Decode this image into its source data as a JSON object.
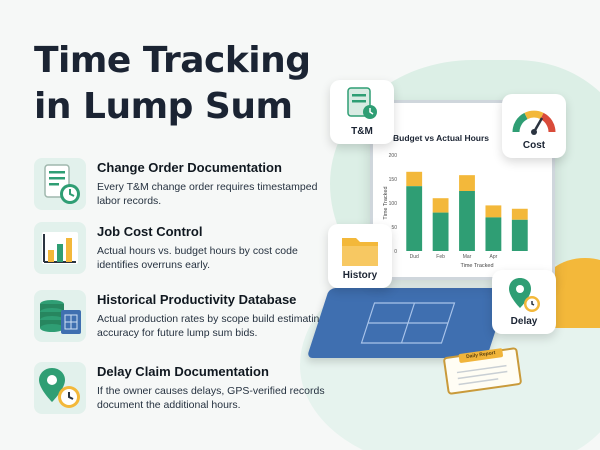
{
  "title_line1": "Time Tracking",
  "title_line2": "in Lump Sum",
  "features": [
    {
      "title": "Change Order Documentation",
      "desc": "Every T&M change order requires timestamped labor records.",
      "icon": "document-clock-icon"
    },
    {
      "title": "Job Cost Control",
      "desc": "Actual hours vs. budget hours by cost code identifies overruns early.",
      "icon": "bar-chart-icon"
    },
    {
      "title": "Historical Productivity Database",
      "desc": "Actual production rates by scope build estimating accuracy for future lump sum bids.",
      "icon": "database-blueprint-icon"
    },
    {
      "title": "Delay Claim Documentation",
      "desc": "If the owner causes delays, GPS-verified records document the additional hours.",
      "icon": "location-clock-icon"
    }
  ],
  "tiles": {
    "tm": "T&M",
    "cost": "Cost",
    "history": "History",
    "delay": "Delay"
  },
  "chart_data": {
    "type": "bar",
    "title": "Budget vs Actual Hours",
    "xlabel": "Time Tracked",
    "ylabel": "Time Tracked",
    "categories": [
      "Dud",
      "Feb",
      "Mar",
      "Apr",
      ""
    ],
    "yticks": [
      "200",
      "150",
      "100",
      "50",
      "0"
    ],
    "ylim": [
      0,
      200
    ],
    "series": [
      {
        "values": [
          165,
          110,
          158,
          95,
          88
        ],
        "color_top": "#f3b83a",
        "color_bottom": "#2f9e74"
      }
    ],
    "actual_green": [
      135,
      80,
      125,
      70,
      65
    ]
  },
  "clipboard_label": "Daily Report",
  "colors": {
    "accent_green": "#2f9e74",
    "accent_yellow": "#f3b83a",
    "title": "#1b2433"
  }
}
